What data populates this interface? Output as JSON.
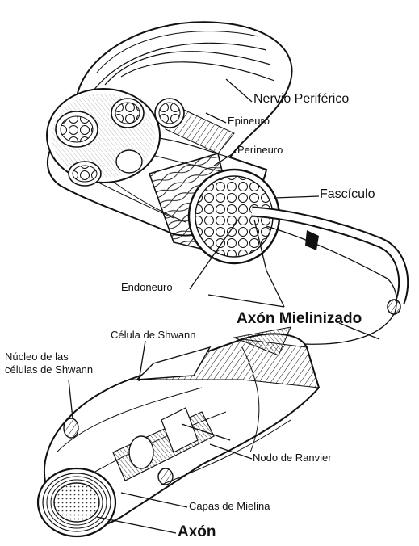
{
  "labels": {
    "nervio_periferico": "Nervio Periférico",
    "epineuro": "Epineuro",
    "perineuro": "Perineuro",
    "fasciculo": "Fascículo",
    "endoneuro": "Endoneuro",
    "axon_mielinizado": "Axón Mielinizado",
    "celula_shwann": "Célula de Shwann",
    "nucleo_line1": "Núcleo de las",
    "nucleo_line2": "células de Shwann",
    "nodo_ranvier": "Nodo de Ranvier",
    "capas_mielina": "Capas de Mielina",
    "axon": "Axón"
  },
  "colors": {
    "ink": "#111111",
    "paper": "#ffffff",
    "shade": "#d9d9d9",
    "axon_core": "#bdbdbd"
  }
}
